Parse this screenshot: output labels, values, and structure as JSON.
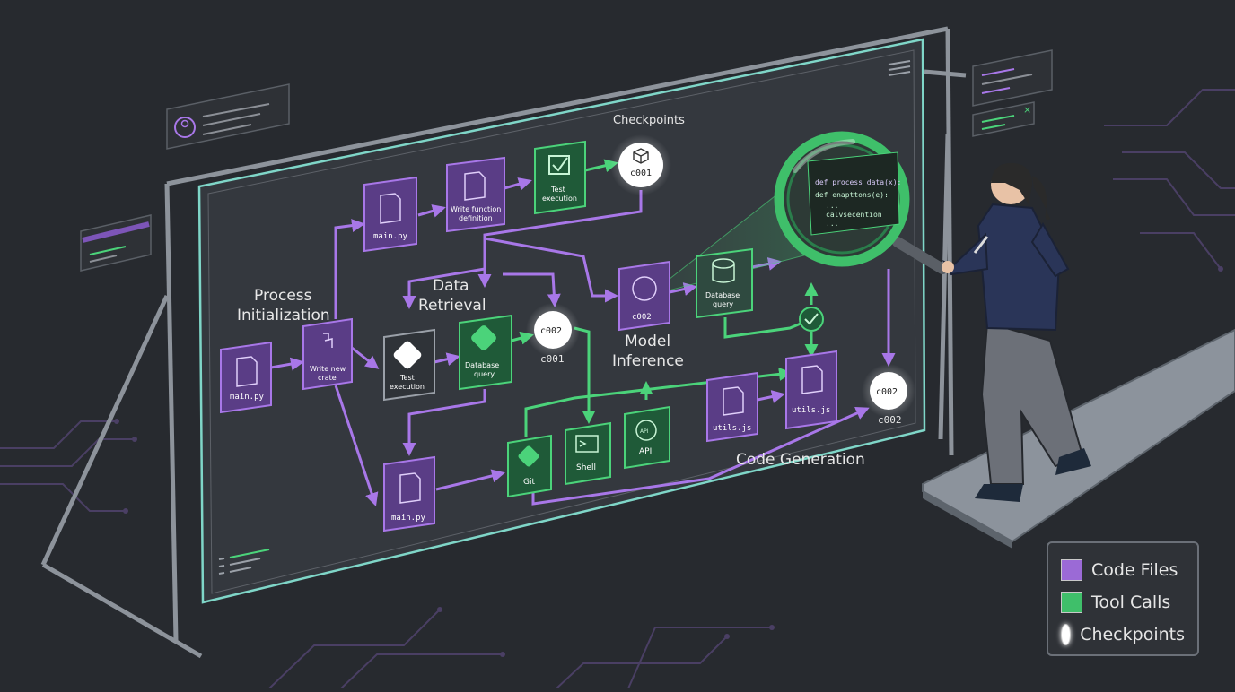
{
  "colors": {
    "background": "#272a2f",
    "code_files": "#9b6ad6",
    "tool_calls": "#3fbf6a",
    "checkpoints": "#ffffff",
    "glass_edge": "#7fd6c8"
  },
  "labels": {
    "checkpoints": "Checkpoints",
    "process_initialization_1": "Process",
    "process_initialization_2": "Initialization",
    "data_retrieval_1": "Data",
    "data_retrieval_2": "Retrieval",
    "model_inference_1": "Model",
    "model_inference_2": "Inference",
    "code_generation": "Code Generation"
  },
  "nodes": {
    "main_py_left": "main.py",
    "write_new_crate_1": "Write new",
    "write_new_crate_2": "crate",
    "test_exec_1": "Test",
    "test_exec_2": "execution",
    "database_query_1": "Database",
    "database_query_2": "query",
    "c002_mid": "c002",
    "c001_mid": "c001",
    "main_py_top": "main.py",
    "write_function_1": "Write function",
    "write_function_2": "definition",
    "test_exec_top_1": "Test",
    "test_exec_top_2": "execution",
    "c001_top": "c001",
    "c002_brain": "c002",
    "database_query_right_1": "Database",
    "database_query_right_2": "query",
    "main_py_bottom": "main.py",
    "git": "Git",
    "shell": "Shell",
    "api": "API",
    "api_icon": "API",
    "utils_js_1": "utils.js",
    "utils_js_2": "utils.js",
    "c002_right_inner": "c002",
    "c002_right_below": "c002"
  },
  "magnifier_code": {
    "line1": "def process_data(x):",
    "line2": "def enapttons(e):",
    "line3": "...",
    "line4": "calvsecention",
    "line5": "..."
  },
  "legend": [
    {
      "kind": "code",
      "label": "Code Files"
    },
    {
      "kind": "tool",
      "label": "Tool Calls"
    },
    {
      "kind": "ck",
      "label": "Checkpoints"
    }
  ]
}
